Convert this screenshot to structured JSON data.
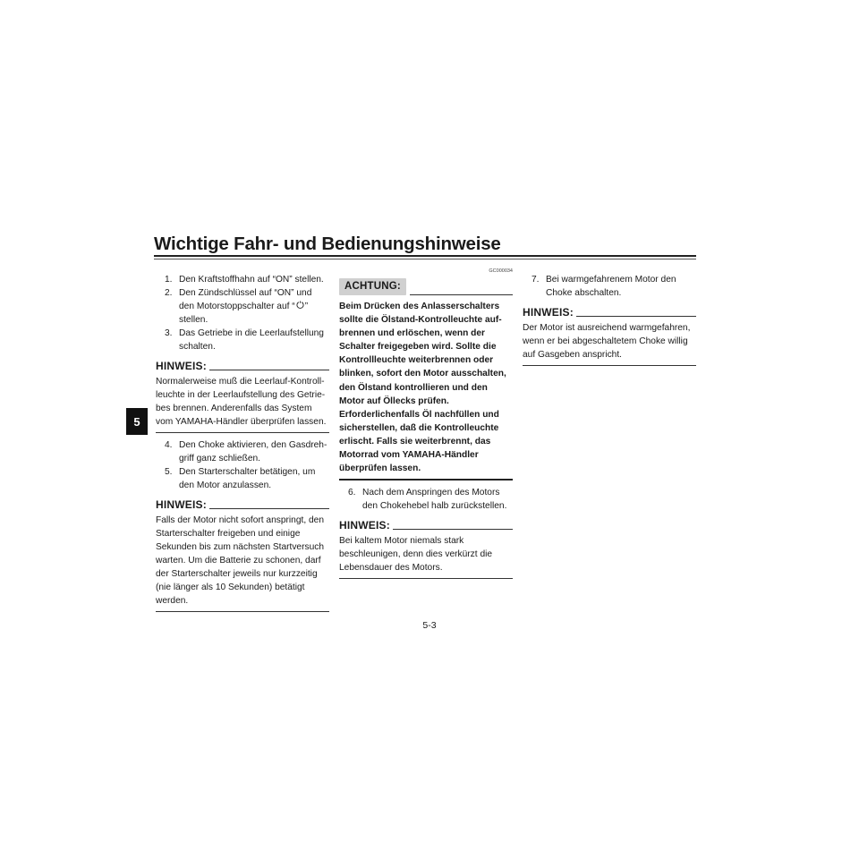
{
  "header": {
    "title": "Wichtige Fahr- und Bedienungshinweise"
  },
  "chapter_tab": "5",
  "page_number": "5-3",
  "col1": {
    "steps_a": [
      {
        "num": "1.",
        "text": "Den Kraftstoffhahn auf “ON” stellen."
      },
      {
        "num": "2.",
        "pre": "Den Zündschlüssel auf “ON” und den Motorstoppschalter auf “",
        "post": "” stellen."
      },
      {
        "num": "3.",
        "text": "Das Getriebe in die Leerlaufstellung schalten."
      }
    ],
    "note1": {
      "label": "HINWEIS:",
      "body": "Normalerweise muß die Leerlauf-Kontroll­leuchte in der Leerlaufstellung des Getrie­bes brennen. Anderenfalls das System vom YAMAHA-Händler überprüfen lassen."
    },
    "steps_b": [
      {
        "num": "4.",
        "text": "Den Choke aktivieren, den Gasdreh­griff ganz schließen."
      },
      {
        "num": "5.",
        "text": "Den Starterschalter betätigen, um den Motor anzulassen."
      }
    ],
    "note2": {
      "label": "HINWEIS:",
      "body": "Falls der Motor nicht sofort anspringt, den Starterschalter freigeben und einige Sekun­den bis zum nächsten Startversuch warten. Um die Batterie zu schonen, darf der Star­terschalter jeweils nur kurzzeitig (nie länger als 10 Sekunden) betätigt werden."
    }
  },
  "col2": {
    "code": "GC000034",
    "caution": {
      "label": "ACHTUNG:",
      "body": "Beim Drücken des Anlasserschalters sollte die Ölstand-Kontrolleuchte auf­brennen und erlöschen, wenn der Schal­ter freigegeben wird. Sollte die Kontroll­leuchte weiterbrennen oder blinken, sofort den Motor ausschalten, den Öl­stand kontrollieren und den Motor auf Öllecks prüfen. Erforderlichenfalls Öl nachfüllen und sicherstellen, daß die Kontrolleuchte erlischt. Falls sie weiter­brennt, das Motorrad vom YAMAHA-Händler überprüfen lassen."
    },
    "steps": [
      {
        "num": "6.",
        "text": "Nach dem Anspringen des Motors den Chokehebel halb zurückstellen."
      }
    ],
    "note": {
      "label": "HINWEIS:",
      "body": "Bei kaltem Motor niemals stark beschleuni­gen, denn dies verkürzt die Lebensdauer des Motors."
    }
  },
  "col3": {
    "steps": [
      {
        "num": "7.",
        "text": "Bei warmgefahrenem Motor den Choke abschalten."
      }
    ],
    "note": {
      "label": "HINWEIS:",
      "body": "Der Motor ist ausreichend warmgefahren, wenn er bei abgeschaltetem Choke willig auf Gasgeben anspricht."
    }
  }
}
